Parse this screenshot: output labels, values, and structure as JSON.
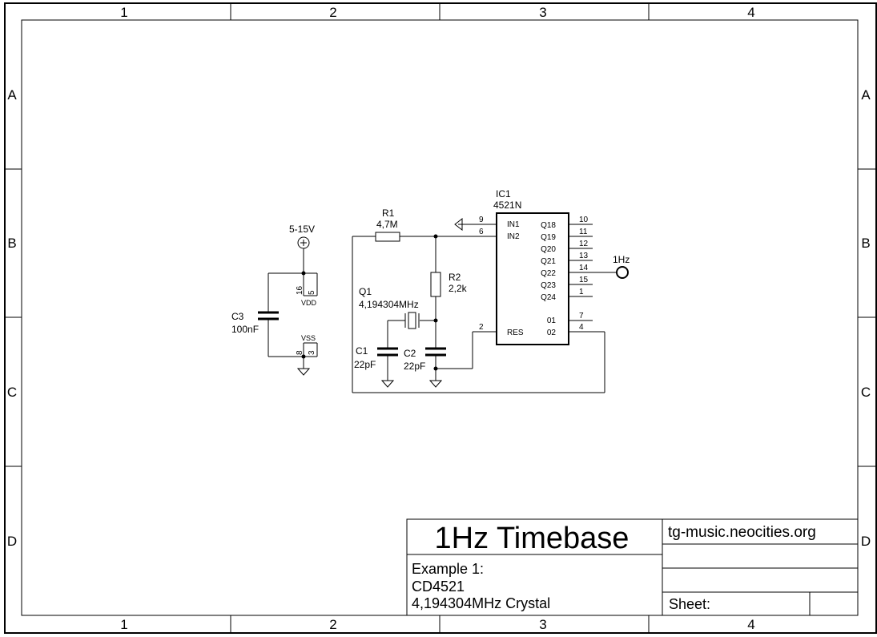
{
  "frame": {
    "columns": [
      "1",
      "2",
      "3",
      "4"
    ],
    "rows": [
      "A",
      "B",
      "C",
      "D"
    ]
  },
  "power": {
    "supply_label": "5-15V",
    "output_label": "1Hz"
  },
  "components": {
    "r1": {
      "name": "R1",
      "value": "4,7M"
    },
    "r2": {
      "name": "R2",
      "value": "2,2k"
    },
    "q1": {
      "name": "Q1",
      "value": "4,194304MHz"
    },
    "c1": {
      "name": "C1",
      "value": "22pF"
    },
    "c2": {
      "name": "C2",
      "value": "22pF"
    },
    "c3": {
      "name": "C3",
      "value": "100nF"
    },
    "ic1": {
      "name": "IC1",
      "value": "4521N",
      "pins_left": [
        "IN1",
        "IN2",
        "RES"
      ],
      "pins_right": [
        "Q18",
        "Q19",
        "Q20",
        "Q21",
        "Q22",
        "Q23",
        "Q24",
        "01",
        "02"
      ],
      "pin_numbers_left": [
        "9",
        "6",
        "2"
      ],
      "pin_numbers_right": [
        "10",
        "11",
        "12",
        "13",
        "14",
        "15",
        "1",
        "7",
        "4"
      ],
      "power_pins": {
        "vdd_label": "VDD",
        "vss_label": "VSS",
        "vdd_pins": [
          "16",
          "5"
        ],
        "vss_pins": [
          "8",
          "3"
        ]
      }
    }
  },
  "title_block": {
    "title": "1Hz Timebase",
    "description_lines": [
      "Example 1:",
      "CD4521",
      "4,194304MHz Crystal"
    ],
    "website": "tg-music.neocities.org",
    "sheet_label": "Sheet:"
  }
}
